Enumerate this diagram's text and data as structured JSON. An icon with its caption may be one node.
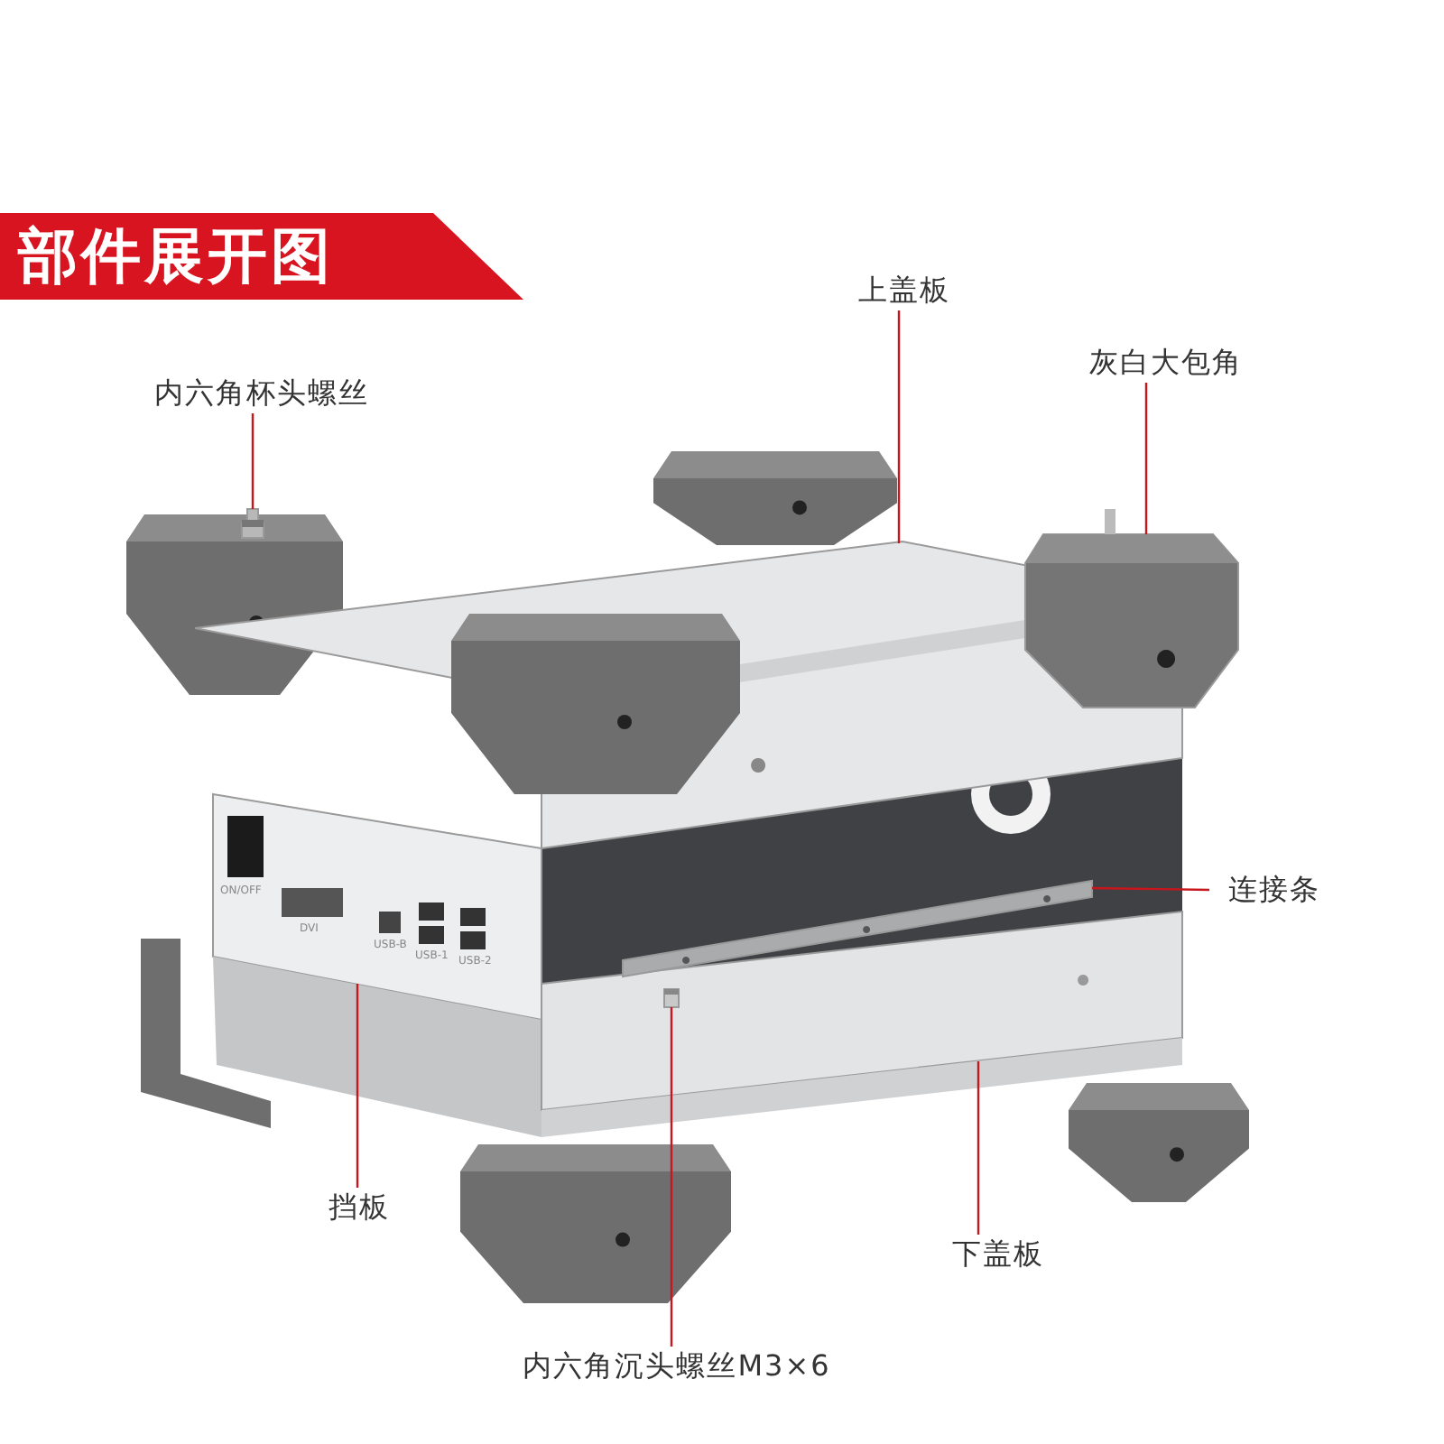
{
  "diagram": {
    "title": "部件展开图",
    "nodes": [
      {
        "text": [
          "上盖板"
        ]
      },
      {
        "text": [
          "灰白大包角"
        ]
      },
      {
        "text": [
          "内六角杯头螺丝"
        ]
      },
      {
        "text": [
          "连接条"
        ]
      },
      {
        "text": [
          "挡板"
        ]
      },
      {
        "text": [
          "下盖板"
        ]
      },
      {
        "text": [
          "内六角沉头螺丝M3×6"
        ]
      },
      {
        "text": [],
        "shape": "picture"
      },
      {
        "text": [],
        "shape": "picture"
      },
      {
        "text": [],
        "shape": "picture"
      },
      {
        "text": [],
        "shape": "picture"
      },
      {
        "text": [],
        "shape": "picture"
      },
      {
        "text": [],
        "shape": "picture"
      },
      {
        "text": [],
        "shape": "picture",
        "in": 12
      }
    ],
    "edges": [
      {
        "from": 0,
        "to": 7,
        "arrow": "none"
      },
      {
        "from": 1,
        "to": 8,
        "arrow": "none"
      },
      {
        "from": 2,
        "to": 9,
        "arrow": "none"
      },
      {
        "from": 3,
        "to": 10,
        "arrow": "none"
      },
      {
        "from": 4,
        "to": 11,
        "arrow": "none"
      },
      {
        "from": 5,
        "to": 12,
        "arrow": "none"
      },
      {
        "from": 6,
        "to": 13,
        "arrow": "none"
      }
    ],
    "labels": [
      "ON/OFF",
      "DVI",
      "USB-B",
      "USB-1",
      "USB-2"
    ]
  }
}
